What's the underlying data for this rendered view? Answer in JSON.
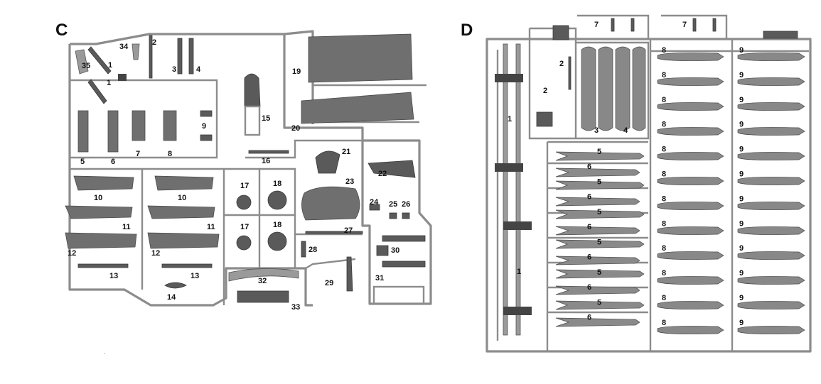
{
  "sprue_c": {
    "letter": "C",
    "labels": {
      "l1a": "1",
      "l1b": "1",
      "l2": "2",
      "l3": "3",
      "l4": "4",
      "l5": "5",
      "l6": "6",
      "l7": "7",
      "l8": "8",
      "l9": "9",
      "l10a": "10",
      "l10b": "10",
      "l11a": "11",
      "l11b": "11",
      "l12a": "12",
      "l12b": "12",
      "l13a": "13",
      "l13b": "13",
      "l14": "14",
      "l15": "15",
      "l16": "16",
      "l17a": "17",
      "l17b": "17",
      "l18a": "18",
      "l18b": "18",
      "l19": "19",
      "l20": "20",
      "l21": "21",
      "l22": "22",
      "l23": "23",
      "l24": "24",
      "l25": "25",
      "l26": "26",
      "l27": "27",
      "l28": "28",
      "l29": "29",
      "l30": "30",
      "l31": "31",
      "l32": "32",
      "l33": "33",
      "l34": "34",
      "l35": "35"
    }
  },
  "sprue_d": {
    "letter": "D",
    "labels": {
      "l1a": "1",
      "l1b": "1",
      "l2a": "2",
      "l2b": "2",
      "l3": "3",
      "l4": "4",
      "l7a": "7",
      "l7b": "7",
      "five": [
        "5",
        "5",
        "5",
        "5",
        "5",
        "5"
      ],
      "six": [
        "6",
        "6",
        "6",
        "6",
        "6",
        "6"
      ],
      "eight": [
        "8",
        "8",
        "8",
        "8",
        "8",
        "8",
        "8",
        "8",
        "8",
        "8",
        "8",
        "8"
      ],
      "nine": [
        "9",
        "9",
        "9",
        "9",
        "9",
        "9",
        "9",
        "9",
        "9",
        "9",
        "9",
        "9"
      ]
    }
  }
}
